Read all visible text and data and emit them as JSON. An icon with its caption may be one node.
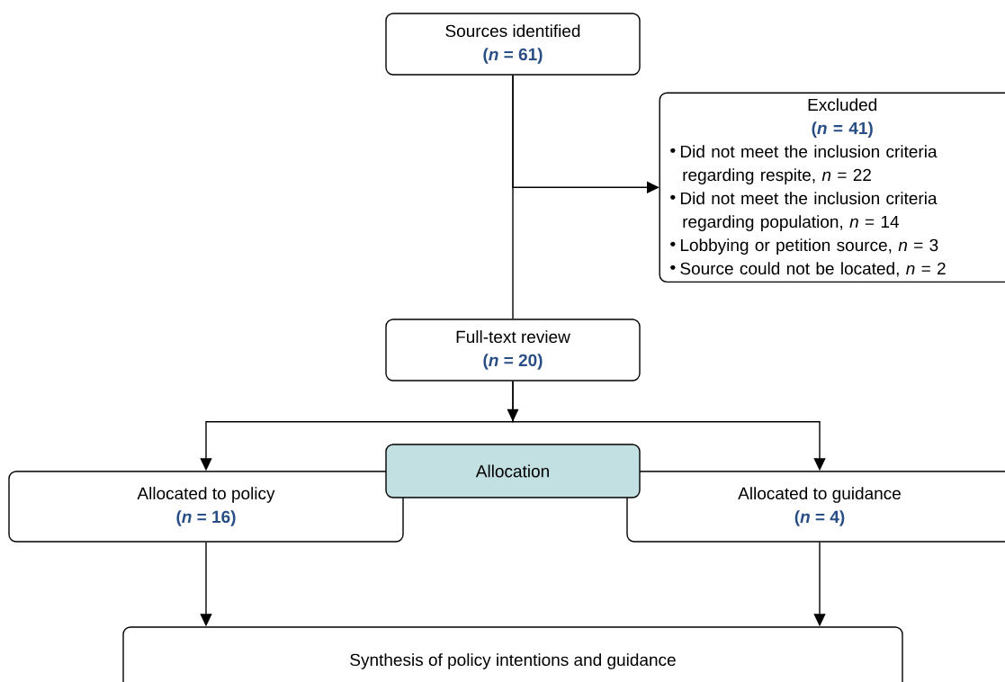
{
  "diagram": {
    "nodes": [
      {
        "text": [
          "Sources identified",
          "(*n* = 61)"
        ]
      },
      {
        "text": [
          "Excluded",
          "(*n* = 41)",
          "Did not meet the inclusion criteria regarding respite, *n* = 22",
          "Did not meet the inclusion criteria regarding population, *n* = 14",
          "Lobbying or petition source, *n* = 3",
          "Source could not be located, *n* = 2"
        ]
      },
      {
        "text": [
          "Full-text review",
          "(*n* = 20)"
        ]
      },
      {
        "text": [
          "Allocation"
        ]
      },
      {
        "text": [
          "Allocated to policy",
          "(*n* = 16)"
        ]
      },
      {
        "text": [
          "Allocated to guidance",
          "(*n* = 4)"
        ]
      },
      {
        "text": [
          "Synthesis of policy intentions and guidance"
        ]
      }
    ],
    "edges": [
      {
        "from": 0,
        "to": 2,
        "arrow": "none"
      },
      {
        "from": 0,
        "to": 1,
        "arrow": "to"
      },
      {
        "from": 2,
        "to": 4,
        "arrow": "to"
      },
      {
        "from": 2,
        "to": 5,
        "arrow": "to"
      },
      {
        "from": 4,
        "to": 6,
        "arrow": "to"
      },
      {
        "from": 5,
        "to": 6,
        "arrow": "to"
      }
    ]
  }
}
